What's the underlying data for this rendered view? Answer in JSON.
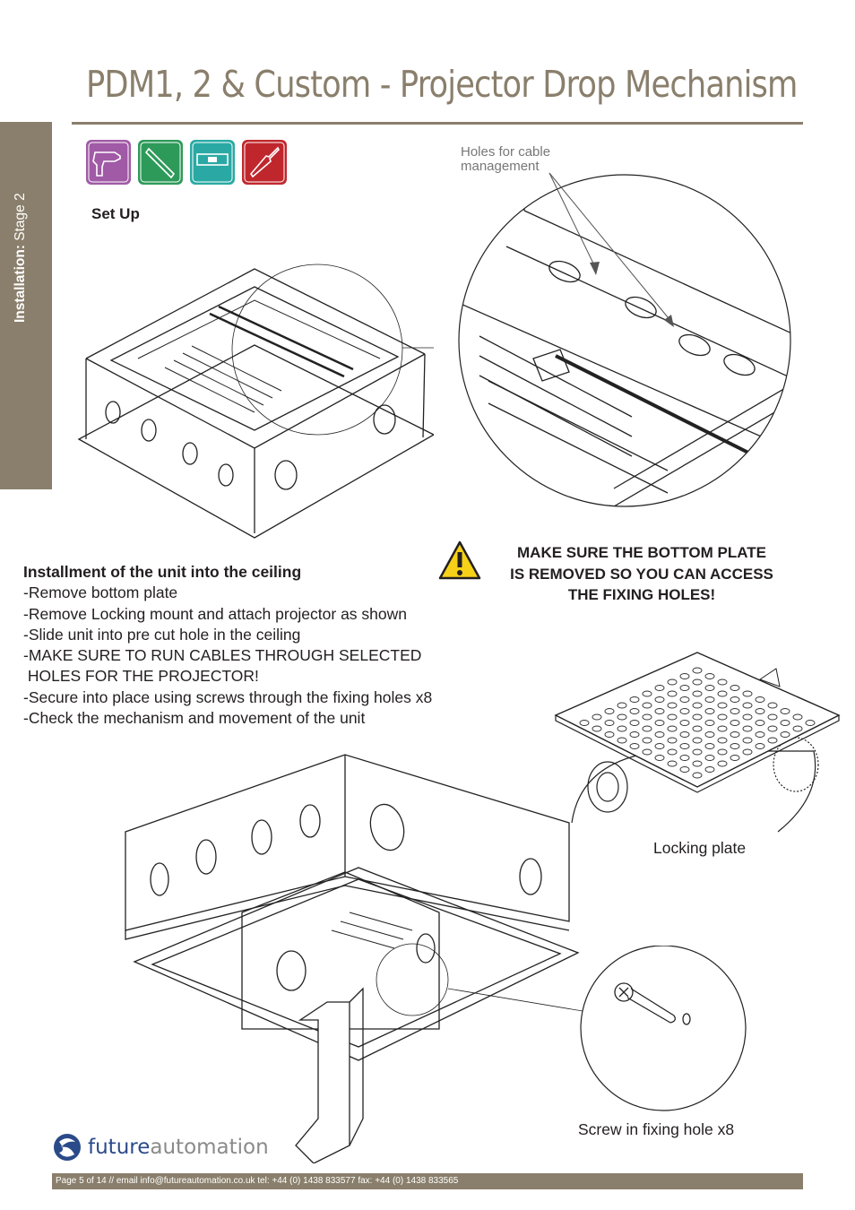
{
  "title": "PDM1, 2 & Custom - Projector Drop Mechanism",
  "side_tab": {
    "strong": "Installation:",
    "rest": " Stage  2"
  },
  "tools": [
    {
      "name": "drill-icon",
      "color": "#a05aa6"
    },
    {
      "name": "allen-key-icon",
      "color": "#2e9a5a"
    },
    {
      "name": "spirit-level-icon",
      "color": "#2aa9a4"
    },
    {
      "name": "screwdriver-icon",
      "color": "#c0272d"
    }
  ],
  "setup_label": "Set Up",
  "caption_holes": "Holes for cable\nmanagement",
  "warning": {
    "line1": "MAKE SURE THE BOTTOM PLATE",
    "line2": "IS REMOVED SO YOU CAN ACCESS",
    "line3": "THE FIXING HOLES!"
  },
  "instructions": {
    "heading": "Installment of the unit into the ceiling",
    "steps": [
      "-Remove bottom plate",
      "-Remove Locking mount and attach projector as shown",
      "-Slide unit into pre cut hole in the ceiling",
      "-MAKE SURE TO RUN CABLES THROUGH SELECTED",
      " HOLES FOR THE PROJECTOR!",
      "-Secure into place using screws through the fixing holes x8",
      "-Check the mechanism and movement of the unit"
    ]
  },
  "label_locking_plate": "Locking plate",
  "label_screw": "Screw in fixing hole x8",
  "logo": {
    "bold": "future",
    "light": "automation"
  },
  "footer": "Page 5 of 14 // email info@futureautomation.co.uk  tel: +44 (0) 1438 833577  fax: +44 (0) 1438 833565"
}
